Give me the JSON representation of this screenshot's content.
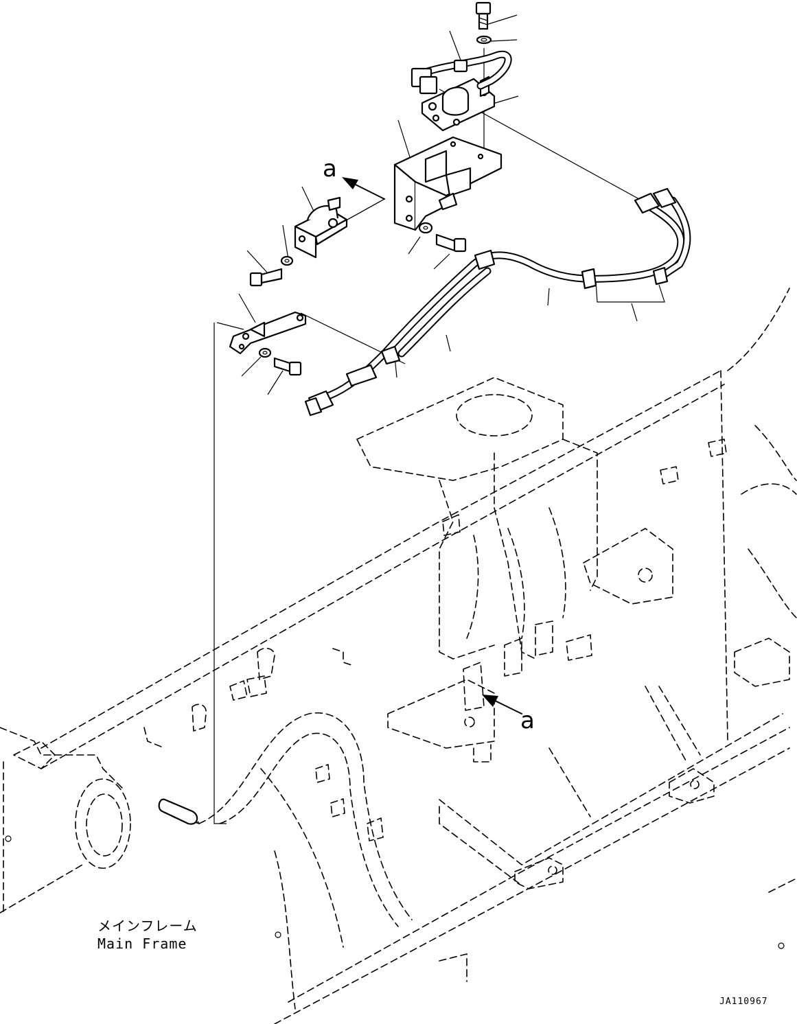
{
  "view_labels": {
    "top": "a",
    "bottom": "a"
  },
  "caption": {
    "jp": "メインフレーム",
    "en": "Main Frame"
  },
  "drawing_code": "JA110967"
}
